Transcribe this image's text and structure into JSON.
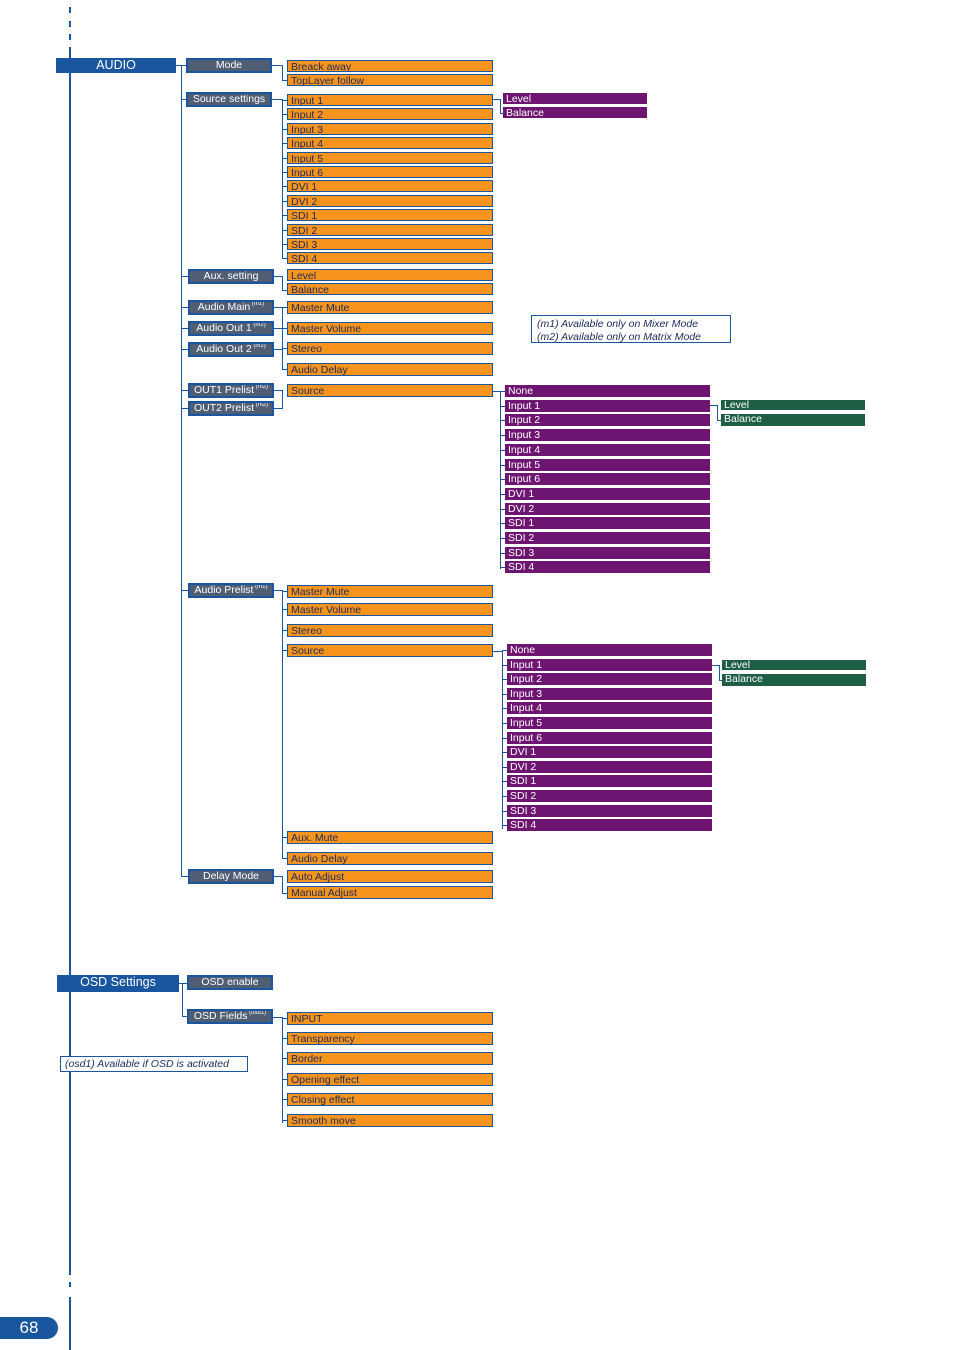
{
  "page_number": "68",
  "sections": [
    {
      "label": "AUDIO",
      "items": [
        {
          "label": "Mode",
          "children": [
            {
              "label": "Breack away"
            },
            {
              "label": "TopLayer follow"
            }
          ]
        },
        {
          "label": "Source settings",
          "children": [
            {
              "label": "Input 1",
              "children": [
                {
                  "label": "Level"
                },
                {
                  "label": "Balance"
                }
              ]
            },
            {
              "label": "Input 2"
            },
            {
              "label": "Input 3"
            },
            {
              "label": "Input 4"
            },
            {
              "label": "Input 5"
            },
            {
              "label": "Input 6"
            },
            {
              "label": "DVI 1"
            },
            {
              "label": "DVI 2"
            },
            {
              "label": "SDI 1"
            },
            {
              "label": "SDI 2"
            },
            {
              "label": "SDI 3"
            },
            {
              "label": "SDI 4"
            }
          ]
        },
        {
          "label": "Aux. setting",
          "children": [
            {
              "label": "Level"
            },
            {
              "label": "Balance"
            }
          ]
        },
        {
          "label": "Audio Main",
          "sup": "(m1)"
        },
        {
          "label": "Audio Out 1",
          "sup": "(m2)"
        },
        {
          "label": "Audio Out 2",
          "sup": "(m2)"
        },
        {
          "label": "OUT1 Prelist",
          "sup": "(m2)"
        },
        {
          "label": "OUT2 Prelist",
          "sup": "(m2)"
        },
        {
          "label": "Audio Prelist",
          "sup": "(m1)"
        },
        {
          "label": "Delay Mode",
          "children": [
            {
              "label": "Auto Adjust"
            },
            {
              "label": "Manual Adjust"
            }
          ]
        }
      ]
    },
    {
      "label": "OSD Settings",
      "items": [
        {
          "label": "OSD enable"
        },
        {
          "label": "OSD Fields",
          "sup": "(osd1)",
          "children": [
            {
              "label": "INPUT"
            },
            {
              "label": "Transparency"
            },
            {
              "label": "Border"
            },
            {
              "label": "Opening effect"
            },
            {
              "label": "Closing effect"
            },
            {
              "label": "Smooth move"
            }
          ]
        }
      ]
    }
  ],
  "output_settings": [
    {
      "label": "Master Mute"
    },
    {
      "label": "Master Volume"
    },
    {
      "label": "Stereo"
    },
    {
      "label": "Audio Delay"
    }
  ],
  "prelist_source": {
    "label": "Source"
  },
  "sources": [
    "None",
    "Input 1",
    "Input 2",
    "Input 3",
    "Input 4",
    "Input 5",
    "Input 6",
    "DVI 1",
    "DVI 2",
    "SDI 1",
    "SDI 2",
    "SDI 3",
    "SDI 4"
  ],
  "source_settings": [
    "Level",
    "Balance"
  ],
  "audio_prelist_children": [
    {
      "label": "Master Mute"
    },
    {
      "label": "Master Volume"
    },
    {
      "label": "Stereo"
    },
    {
      "label": "Source"
    },
    {
      "label": "Aux. Mute"
    },
    {
      "label": "Audio Delay"
    }
  ],
  "notes": {
    "mode_note": [
      "(m1) Available only on Mixer Mode",
      "(m2) Available only on Matrix Mode"
    ],
    "osd_note": "(osd1) Available if OSD is activated"
  },
  "colors": {
    "section": "#1a56a0",
    "level1": "#4f5e73",
    "level2": "#f7941d",
    "level3": "#6d1570",
    "level4": "#1e5e45",
    "lines": "#1a56a0"
  }
}
